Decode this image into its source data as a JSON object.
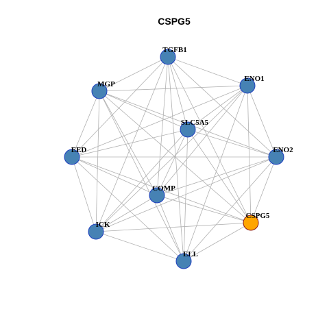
{
  "title": "CSPG5",
  "colors": {
    "node_default": "#4682b4",
    "node_highlight": "#ffa500",
    "node_stroke": "#1f3fbf",
    "node_stroke_highlight": "#8b1a1a",
    "edge": "#b0b0b0"
  },
  "nodes": [
    {
      "id": "TGFB1",
      "label": "TGFB1",
      "highlight": false
    },
    {
      "id": "ENO1",
      "label": "ENO1",
      "highlight": false
    },
    {
      "id": "MGP",
      "label": "MGP",
      "highlight": false
    },
    {
      "id": "SLC5A5",
      "label": "SLC5A5",
      "highlight": false
    },
    {
      "id": "EED",
      "label": "EED",
      "highlight": false
    },
    {
      "id": "ENO2",
      "label": "ENO2",
      "highlight": false
    },
    {
      "id": "COMP",
      "label": "COMP",
      "highlight": false
    },
    {
      "id": "CSPG5",
      "label": "CSPG5",
      "highlight": true
    },
    {
      "id": "ICK",
      "label": "ICK",
      "highlight": false
    },
    {
      "id": "ELL",
      "label": "ELL",
      "highlight": false
    }
  ],
  "edges": [
    [
      "TGFB1",
      "MGP"
    ],
    [
      "TGFB1",
      "ENO1"
    ],
    [
      "TGFB1",
      "SLC5A5"
    ],
    [
      "TGFB1",
      "EED"
    ],
    [
      "TGFB1",
      "ENO2"
    ],
    [
      "TGFB1",
      "COMP"
    ],
    [
      "TGFB1",
      "CSPG5"
    ],
    [
      "TGFB1",
      "ICK"
    ],
    [
      "TGFB1",
      "ELL"
    ],
    [
      "MGP",
      "ENO1"
    ],
    [
      "MGP",
      "SLC5A5"
    ],
    [
      "MGP",
      "EED"
    ],
    [
      "MGP",
      "ENO2"
    ],
    [
      "MGP",
      "COMP"
    ],
    [
      "MGP",
      "CSPG5"
    ],
    [
      "MGP",
      "ICK"
    ],
    [
      "MGP",
      "ELL"
    ],
    [
      "ENO1",
      "SLC5A5"
    ],
    [
      "ENO1",
      "EED"
    ],
    [
      "ENO1",
      "ENO2"
    ],
    [
      "ENO1",
      "COMP"
    ],
    [
      "ENO1",
      "CSPG5"
    ],
    [
      "ENO1",
      "ICK"
    ],
    [
      "ENO1",
      "ELL"
    ],
    [
      "SLC5A5",
      "EED"
    ],
    [
      "SLC5A5",
      "ENO2"
    ],
    [
      "SLC5A5",
      "COMP"
    ],
    [
      "SLC5A5",
      "CSPG5"
    ],
    [
      "SLC5A5",
      "ICK"
    ],
    [
      "SLC5A5",
      "ELL"
    ],
    [
      "EED",
      "ENO2"
    ],
    [
      "EED",
      "COMP"
    ],
    [
      "EED",
      "ICK"
    ],
    [
      "EED",
      "ELL"
    ],
    [
      "EED",
      "CSPG5"
    ],
    [
      "ENO2",
      "COMP"
    ],
    [
      "ENO2",
      "ICK"
    ],
    [
      "ENO2",
      "ELL"
    ],
    [
      "ENO2",
      "CSPG5"
    ],
    [
      "COMP",
      "CSPG5"
    ],
    [
      "COMP",
      "ICK"
    ],
    [
      "COMP",
      "ELL"
    ],
    [
      "ICK",
      "CSPG5"
    ],
    [
      "ICK",
      "ELL"
    ],
    [
      "ELL",
      "CSPG5"
    ]
  ]
}
